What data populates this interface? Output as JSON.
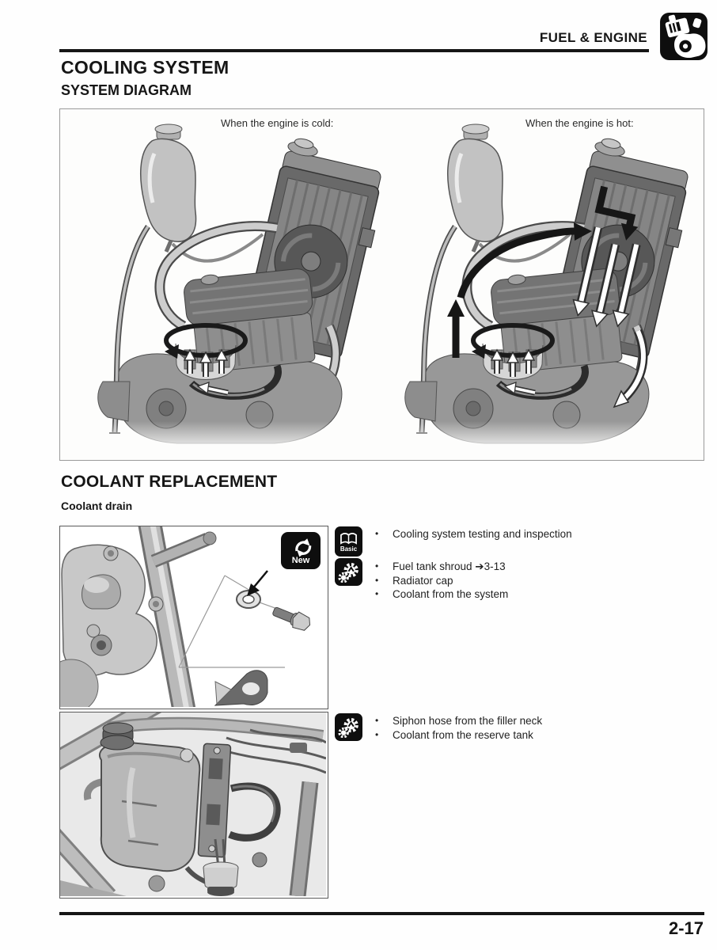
{
  "header": {
    "section": "FUEL & ENGINE"
  },
  "cooling_system": {
    "title": "COOLING SYSTEM",
    "subtitle": "SYSTEM DIAGRAM",
    "cold_label": "When the engine is cold:",
    "hot_label": "When the engine is hot:"
  },
  "coolant_replacement": {
    "title": "COOLANT REPLACEMENT",
    "subsection": "Coolant drain",
    "figure1_badge": "New",
    "groups": [
      {
        "icon": "basic-manual-icon",
        "icon_label": "Basic",
        "items": [
          "Cooling system testing and inspection"
        ]
      },
      {
        "icon": "remove-parts-icon",
        "items": [
          "Fuel tank shroud ➔3-13",
          "Radiator cap",
          "Coolant from the system"
        ]
      },
      {
        "icon": "remove-parts-icon",
        "items": [
          "Siphon hose from the filler neck",
          "Coolant from the reserve tank"
        ]
      }
    ]
  },
  "footer": {
    "page_number": "2-17"
  },
  "icons": {
    "header": "engine-icon",
    "step_manual": "basic-manual-icon",
    "step_remove": "remove-parts-icon",
    "figure1": "recycle-new-icon"
  },
  "colors": {
    "ink": "#161616",
    "body_text": "#222222",
    "icon_bg": "#0e0e0e",
    "diagram_border": "#9a9a9a",
    "figure_border": "#5a5a5a"
  }
}
